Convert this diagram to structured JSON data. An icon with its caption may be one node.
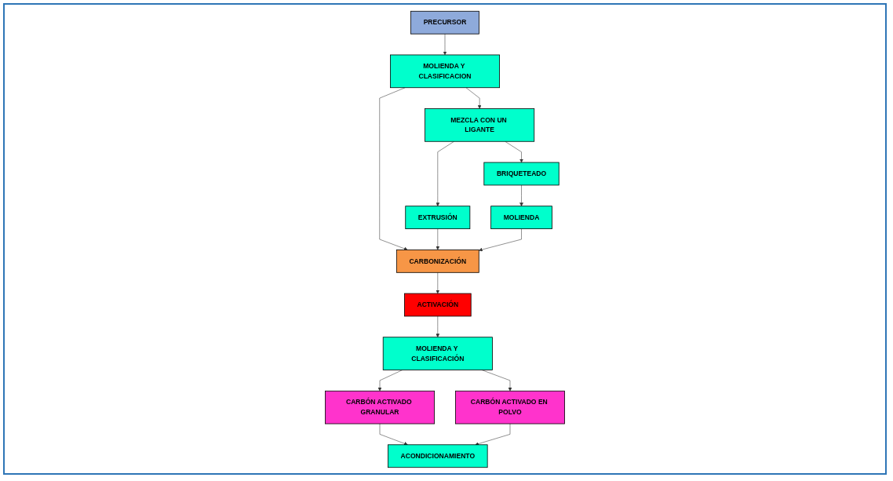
{
  "diagram": {
    "nodes": [
      {
        "text": [
          "PRECURSOR"
        ]
      },
      {
        "text": [
          "MOLIENDA Y CLASIFICACION"
        ]
      },
      {
        "text": [
          "MEZCLA CON UN LIGANTE"
        ]
      },
      {
        "text": [
          "BRIQUETEADO"
        ]
      },
      {
        "text": [
          "EXTRUSIÓN"
        ]
      },
      {
        "text": [
          "CARBONIZACIÓN"
        ]
      },
      {
        "text": [
          "MOLIENDA"
        ]
      },
      {
        "text": [
          "ACTIVACIÓN"
        ]
      },
      {
        "text": [
          "MOLIENDA Y CLASIFICACIÓN"
        ]
      },
      {
        "text": [
          "CARBÓN ACTIVADO GRANULAR"
        ]
      },
      {
        "text": [
          "CARBÓN ACTIVADO EN POLVO"
        ]
      },
      {
        "text": [
          "ACONDICIONAMIENTO"
        ]
      }
    ],
    "edges": [
      {
        "from": 0,
        "to": 1,
        "arrow": "to"
      },
      {
        "from": 1,
        "to": 2,
        "arrow": "to"
      },
      {
        "from": 2,
        "to": 3,
        "arrow": "to"
      },
      {
        "from": 2,
        "to": 4,
        "arrow": "to"
      },
      {
        "from": 3,
        "to": 6,
        "arrow": "to"
      },
      {
        "from": 1,
        "to": 5,
        "arrow": "to"
      },
      {
        "from": 4,
        "to": 5,
        "arrow": "to"
      },
      {
        "from": 6,
        "to": 5,
        "arrow": "to"
      },
      {
        "from": 5,
        "to": 7,
        "arrow": "to"
      },
      {
        "from": 7,
        "to": 8,
        "arrow": "to"
      },
      {
        "from": 8,
        "to": 9,
        "arrow": "to"
      },
      {
        "from": 8,
        "to": 10,
        "arrow": "to"
      },
      {
        "from": 9,
        "to": 11,
        "arrow": "to"
      },
      {
        "from": 10,
        "to": 11,
        "arrow": "to"
      }
    ]
  }
}
